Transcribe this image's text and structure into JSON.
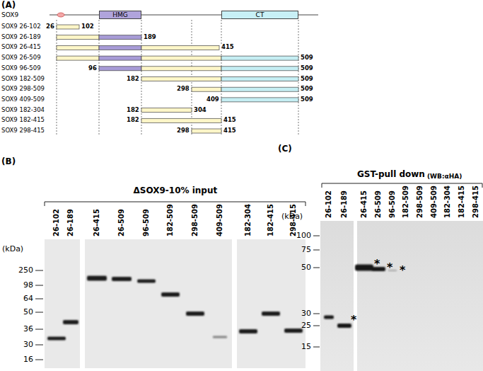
{
  "diagram": {
    "nodes": [
      {
        "text": [
          "HMG"
        ]
      },
      {
        "text": [
          "CT"
        ]
      }
    ],
    "labels": [
      "(A)",
      "SOX9",
      "SOX9 26-102",
      "SOX9 26-189",
      "SOX9 26-415",
      "SOX9 26-509",
      "SOX9 96-509",
      "SOX9 182-509",
      "SOX9 298-509",
      "SOX9 409-509",
      "SOX9 182-304",
      "SOX9 182-415",
      "SOX9 298-415",
      "26",
      "102",
      "189",
      "415",
      "509",
      "96",
      "509",
      "182",
      "509",
      "298",
      "509",
      "409",
      "509",
      "182",
      "304",
      "182",
      "415",
      "298",
      "415",
      "(B)",
      "ΔSOX9-10% input",
      "26-102",
      "26-189",
      "26-415",
      "26-509",
      "96-509",
      "182-509",
      "298-509",
      "409-509",
      "182-304",
      "182-415",
      "298-415",
      "(kDa)",
      "250",
      "98",
      "64",
      "50",
      "36",
      "30",
      "16",
      "(C)",
      "GST-pull down",
      "(WB:αHA)",
      "26-102",
      "26-189",
      "26-415",
      "26-509",
      "96-509",
      "182-509",
      "298-509",
      "409-509",
      "182-304",
      "182-415",
      "298-415",
      "(kDa)",
      "100",
      "75",
      "50",
      "30",
      "25",
      "15",
      "*",
      "*",
      "*",
      "*"
    ]
  }
}
